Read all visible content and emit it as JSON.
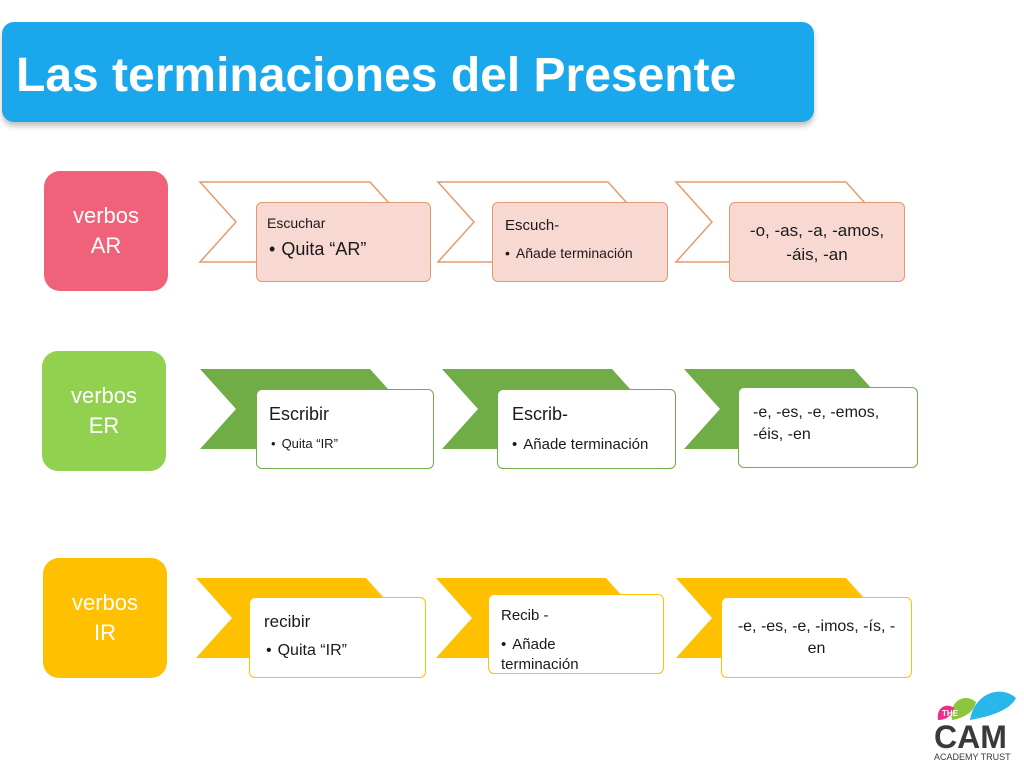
{
  "title": "Las terminaciones del Presente",
  "rows": {
    "ar": {
      "label": "verbos AR",
      "verb": "Escuchar",
      "step1_bullet": "Quita “AR”",
      "stem": "Escuch-",
      "step2_bullet": "Añade terminación",
      "endings": "-o, -as, -a, -amos, -áis, -an",
      "color": "#f0627a"
    },
    "er": {
      "label": "verbos ER",
      "verb": "Escribir",
      "step1_bullet": "Quita “IR”",
      "stem": "Escrib-",
      "step2_bullet": "Añade terminación",
      "endings": "-e, -es, -e, -emos, -éis, -en",
      "color": "#92d050"
    },
    "ir": {
      "label": "verbos IR",
      "verb": "recibir",
      "step1_bullet": "Quita “IR”",
      "stem": "Recib -",
      "step2_bullet": "Añade terminación",
      "endings": "-e, -es, -e, -imos, -ís, -en",
      "color": "#ffc000"
    }
  },
  "logo": {
    "the": "THE",
    "name": "CAM",
    "subtitle": "ACADEMY TRUST"
  }
}
